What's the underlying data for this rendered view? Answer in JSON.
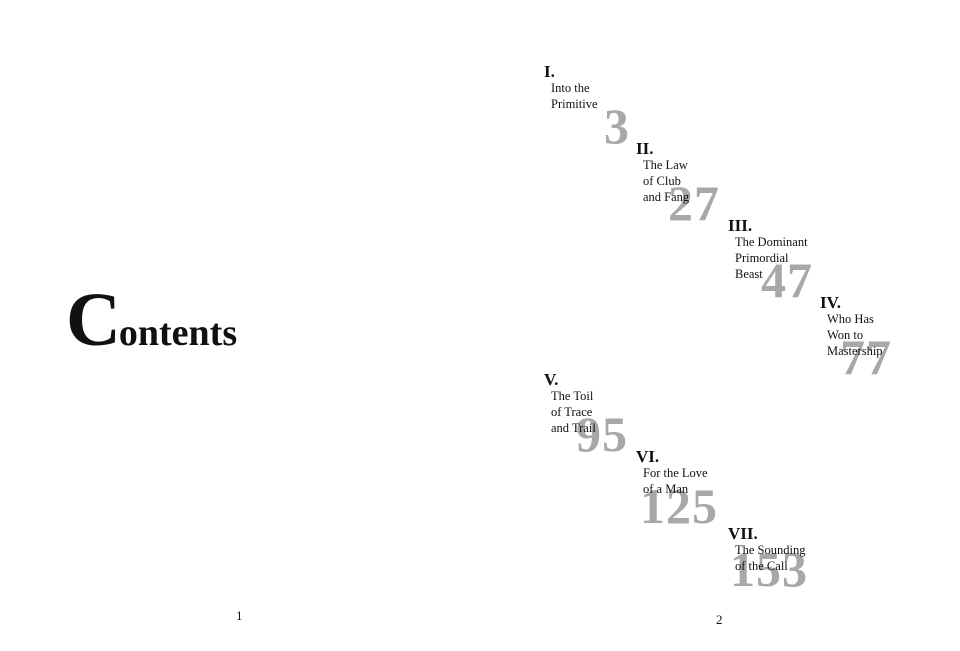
{
  "left_page": {
    "title_initial": "C",
    "title_rest": "ontents",
    "folio": "1"
  },
  "right_page": {
    "folio": "2",
    "chapters": [
      {
        "numeral": "I.",
        "title": "Into the\nPrimitive",
        "page": "3"
      },
      {
        "numeral": "II.",
        "title": "The Law\nof Club\nand Fang",
        "page": "27"
      },
      {
        "numeral": "III.",
        "title": "The Dominant\nPrimordial\nBeast",
        "page": "47"
      },
      {
        "numeral": "IV.",
        "title": "Who Has\nWon to\nMastership",
        "page": "77"
      },
      {
        "numeral": "V.",
        "title": "The Toil\nof Trace\nand Trail",
        "page": "95"
      },
      {
        "numeral": "VI.",
        "title": "For the Love\nof a Man",
        "page": "125"
      },
      {
        "numeral": "VII.",
        "title": "The Sounding\nof the Call",
        "page": "153"
      }
    ]
  }
}
